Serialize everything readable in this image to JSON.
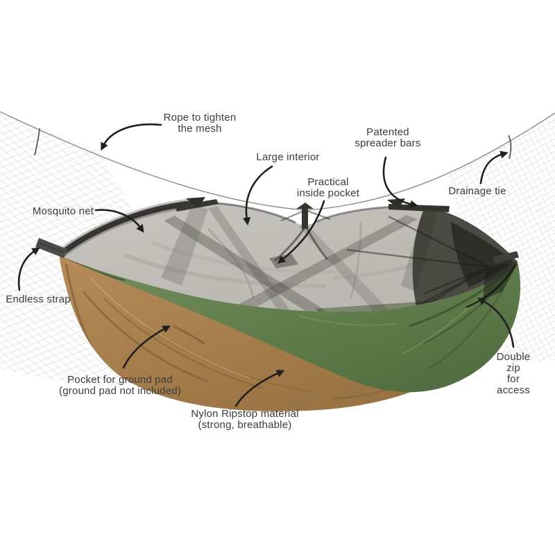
{
  "diagram": {
    "subject": "hammock-with-mosquito-net-feature-diagram",
    "colors": {
      "background": "#ffffff",
      "label_text": "#3b3b3b",
      "arrow": "#1f1f1d",
      "rope": "#8e8c88",
      "net_mesh_dark": "#2a2a26",
      "net_interior": "#d8d5d0",
      "fabric_green": "#5f7d4a",
      "fabric_brown": "#a8804e",
      "spreader_bar": "#4c4c4a",
      "background_mesh": "#cfcdc9"
    },
    "labels": [
      {
        "id": "rope-to-tighten-mesh",
        "text": "Rope to tighten\nthe mesh"
      },
      {
        "id": "patented-spreader-bars",
        "text": "Patented\nspreader bars"
      },
      {
        "id": "large-interior",
        "text": "Large interior"
      },
      {
        "id": "practical-inside-pocket",
        "text": "Practical\ninside pocket"
      },
      {
        "id": "drainage-tie",
        "text": "Drainage tie"
      },
      {
        "id": "mosquito-net",
        "text": "Mosquito net"
      },
      {
        "id": "endless-strap",
        "text": "Endless strap"
      },
      {
        "id": "pocket-for-ground-pad",
        "text": "Pocket for ground pad\n(ground pad not included)"
      },
      {
        "id": "nylon-ripstop-material",
        "text": "Nylon Ripstop material\n(strong, breathable)"
      },
      {
        "id": "double-zip-for-access",
        "text": "Double zip\nfor access"
      }
    ]
  }
}
